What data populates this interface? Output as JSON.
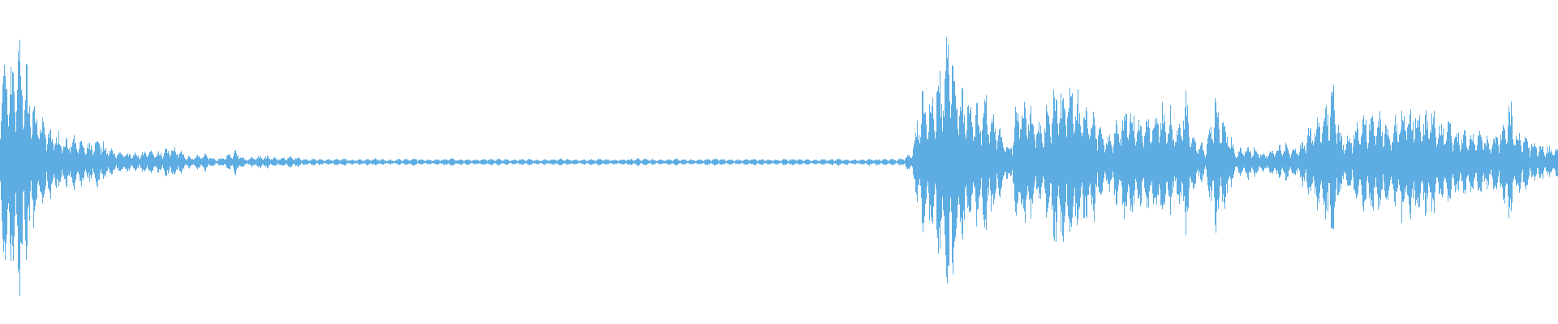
{
  "waveform": {
    "color": "#5dade2",
    "background": "#ffffff",
    "peak_scale": 1.0,
    "envelope": [
      0.3,
      0.35,
      0.4,
      0.25,
      0.15,
      0.12,
      0.1,
      0.08,
      0.08,
      0.06,
      0.08,
      0.05,
      0.04,
      0.03,
      0.03,
      0.04,
      0.03,
      0.05,
      0.05,
      0.02,
      0.02,
      0.03,
      0.01,
      0.02,
      0.04,
      0.01,
      0.02,
      0.02,
      0.015,
      0.015,
      0.02,
      0.01,
      0.012,
      0.008,
      0.01,
      0.012,
      0.008,
      0.01,
      0.012,
      0.01,
      0.008,
      0.01,
      0.012,
      0.01,
      0.008,
      0.01,
      0.012,
      0.01,
      0.008,
      0.01,
      0.012,
      0.01,
      0.008,
      0.01,
      0.01,
      0.008,
      0.01,
      0.012,
      0.01,
      0.008,
      0.01,
      0.012,
      0.01,
      0.008,
      0.01,
      0.012,
      0.01,
      0.008,
      0.01,
      0.012,
      0.01,
      0.008,
      0.01,
      0.012,
      0.01,
      0.008,
      0.01,
      0.012,
      0.01,
      0.008,
      0.01,
      0.012,
      0.01,
      0.008,
      0.01,
      0.012,
      0.01,
      0.008,
      0.01,
      0.012,
      0.01,
      0.01,
      0.012,
      0.03,
      0.22,
      0.2,
      0.3,
      0.46,
      0.25,
      0.2,
      0.2,
      0.2,
      0.12,
      0.05,
      0.24,
      0.2,
      0.12,
      0.22,
      0.26,
      0.25,
      0.22,
      0.2,
      0.15,
      0.1,
      0.14,
      0.2,
      0.15,
      0.15,
      0.18,
      0.18,
      0.12,
      0.22,
      0.07,
      0.05,
      0.22,
      0.15,
      0.04,
      0.05,
      0.05,
      0.03,
      0.05,
      0.06,
      0.05,
      0.08,
      0.15,
      0.18,
      0.25,
      0.08,
      0.12,
      0.15,
      0.18,
      0.16,
      0.12,
      0.18,
      0.2,
      0.15,
      0.18,
      0.12,
      0.14,
      0.1,
      0.1,
      0.12,
      0.08,
      0.12,
      0.2,
      0.1,
      0.08,
      0.06,
      0.05
    ]
  }
}
